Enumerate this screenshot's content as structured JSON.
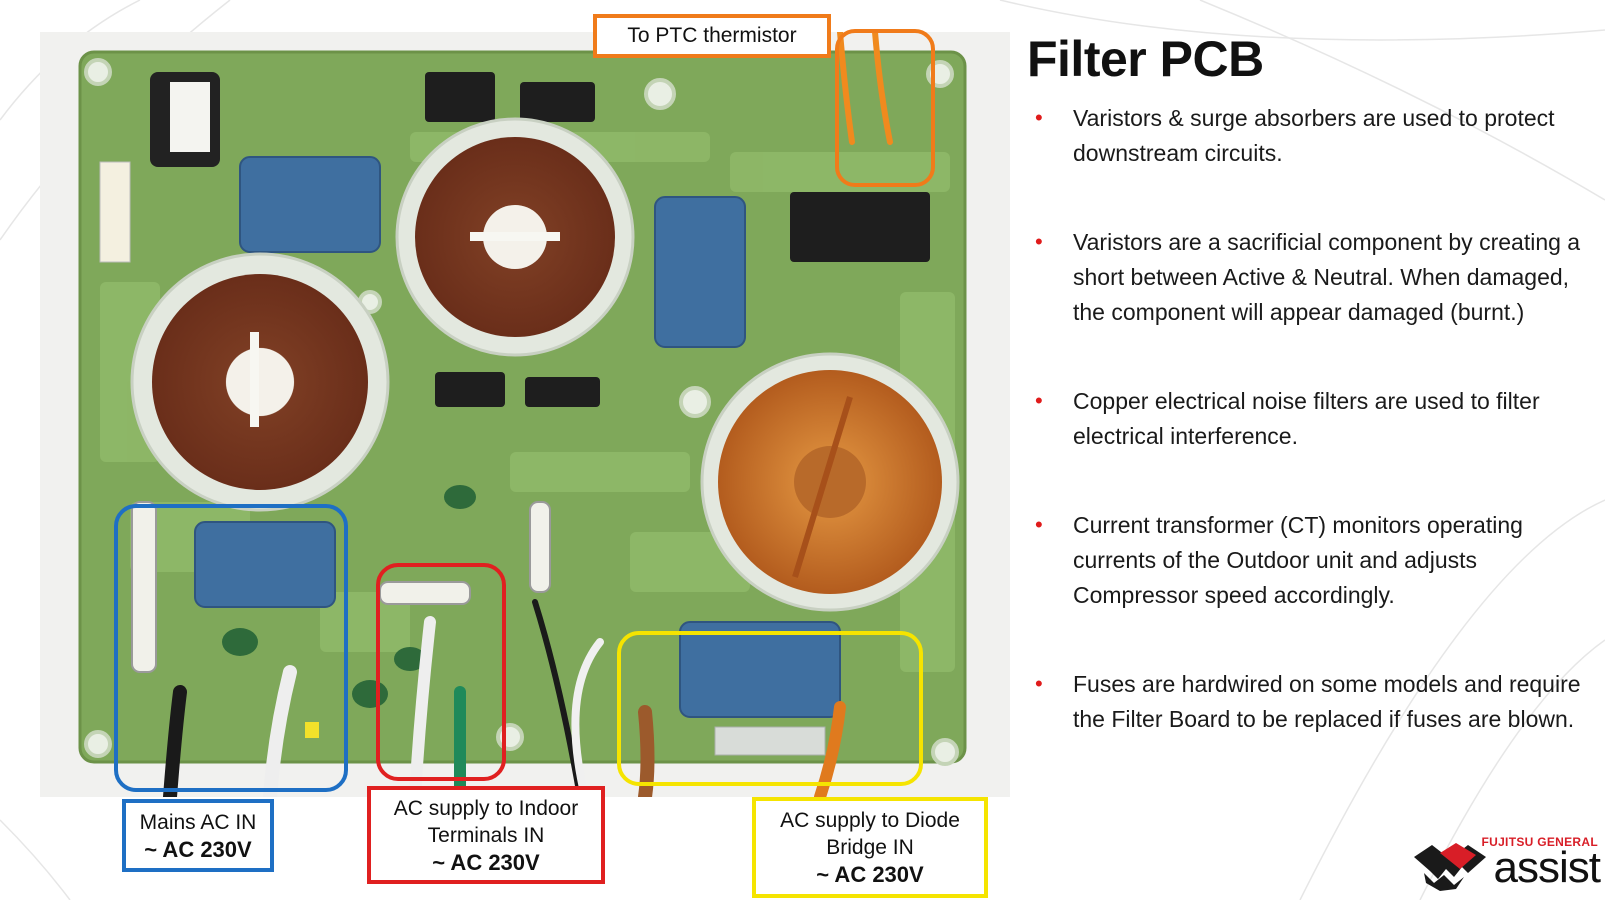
{
  "slide": {
    "title": "Filter PCB",
    "bullets": [
      "Varistors & surge absorbers are used to protect downstream circuits.",
      "Varistors are a sacrificial component by creating a short between Active & Neutral. When damaged, the component will appear damaged (burnt.)",
      "Copper electrical noise filters are used to filter electrical interference.",
      "Current transformer (CT) monitors operating currents of the Outdoor unit and adjusts Compressor speed accordingly.",
      "Fuses are hardwired on some models and require the Filter Board to be replaced if fuses are blown."
    ]
  },
  "callouts": {
    "ptc": "To PTC thermistor",
    "mains_line1": "Mains AC IN",
    "mains_line2": "~ AC 230V",
    "indoor_line1": "AC supply to Indoor",
    "indoor_line2": "Terminals IN",
    "indoor_line3": "~ AC 230V",
    "diode_line1": "AC supply to Diode",
    "diode_line2": "Bridge IN",
    "diode_line3": "~ AC 230V"
  },
  "colors": {
    "ptc": "#f07b1a",
    "mains": "#1e6fc4",
    "indoor": "#e02020",
    "diode": "#f5e400",
    "bullet": "#e01b1b",
    "pcb": "#7fa85a"
  },
  "logo": {
    "brand": "FUJITSU GENERAL",
    "word": "assist"
  }
}
